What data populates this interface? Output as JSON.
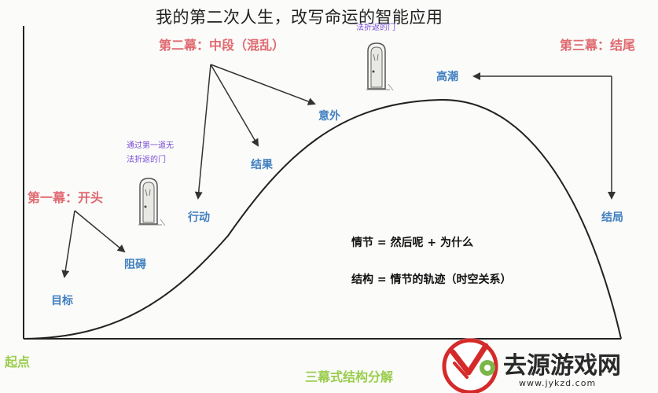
{
  "title": "我的第二次人生，改写命运的智能应用",
  "acts": {
    "act1": "第一幕：开头",
    "act2": "第二幕：中段（混乱）",
    "act3": "第三幕：结尾"
  },
  "nodes": {
    "goal": "目标",
    "obstacle": "阻碍",
    "action": "行动",
    "result": "结果",
    "accident": "意外",
    "climax": "高潮",
    "ending": "结局"
  },
  "start_label": "起点",
  "caption": "三幕式结构分解",
  "door_notes": {
    "left_line1": "通过第一道无",
    "left_line2": "法折返的门",
    "top_line2": "法折返的门"
  },
  "definitions": {
    "plot": "情节 = 然后呢 + 为什么",
    "structure": "结构 = 情节的轨迹（时空关系）"
  },
  "watermark": {
    "brand": "去源游戏网",
    "url": "www.jykzd.com"
  },
  "colors": {
    "act": "#e06a70",
    "node": "#3f7fc0",
    "green": "#9acd4c",
    "purple": "#7b4fd6",
    "curve": "#222222"
  },
  "icons": [
    "door-icon",
    "watermark-logo-icon"
  ]
}
